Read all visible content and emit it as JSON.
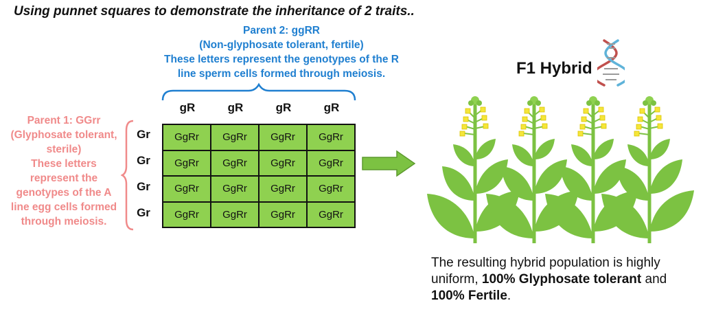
{
  "title": "Using punnet squares to demonstrate the inheritance of 2 traits..",
  "parent2": {
    "line1": "Parent 2: ggRR",
    "line2": "(Non-glyphosate tolerant, fertile)",
    "line3": "These letters represent the genotypes of the R",
    "line4": "line sperm cells formed through meiosis."
  },
  "parent1": {
    "line1": "Parent 1: GGrr",
    "line2": "(Glyphosate tolerant,",
    "line3": "sterile)",
    "line4": "These letters",
    "line5": "represent the",
    "line6": "genotypes of the A",
    "line7": "line egg cells formed",
    "line8": "through meiosis."
  },
  "punnett": {
    "col_headers": [
      "gR",
      "gR",
      "gR",
      "gR"
    ],
    "row_headers": [
      "Gr",
      "Gr",
      "Gr",
      "Gr"
    ],
    "cells": [
      [
        "GgRr",
        "GgRr",
        "GgRr",
        "GgRr"
      ],
      [
        "GgRr",
        "GgRr",
        "GgRr",
        "GgRr"
      ],
      [
        "GgRr",
        "GgRr",
        "GgRr",
        "GgRr"
      ],
      [
        "GgRr",
        "GgRr",
        "GgRr",
        "GgRr"
      ]
    ]
  },
  "f1_label": "F1 Hybrid",
  "result": {
    "part1": "The resulting hybrid population is highly uniform, ",
    "bold1": "100% Glyphosate tolerant",
    "part2": " and ",
    "bold2": "100% Fertile",
    "part3": "."
  },
  "colors": {
    "parent1": "#f08a8a",
    "parent2": "#1f7fd0",
    "cell_fill": "#8fd150",
    "arrow": "#7cc242",
    "plant": "#7cc242",
    "flower": "#f5e63a",
    "dna_blue": "#5fb3d9",
    "dna_red": "#c0504d"
  },
  "icons": [
    "dna-icon",
    "plant-icon",
    "arrow-right-icon"
  ]
}
